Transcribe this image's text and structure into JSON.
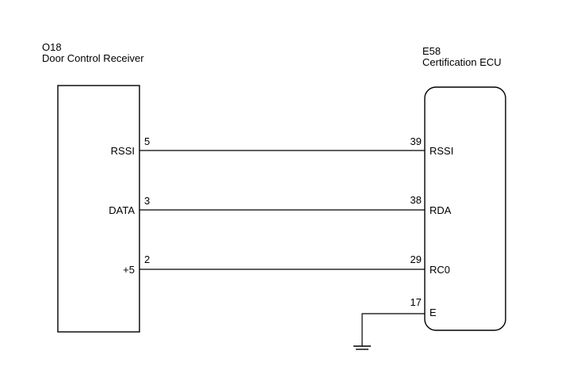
{
  "left_component": {
    "code": "O18",
    "name": "Door Control Receiver",
    "pins": [
      {
        "pin": "5",
        "signal": "RSSI"
      },
      {
        "pin": "3",
        "signal": "DATA"
      },
      {
        "pin": "2",
        "signal": "+5"
      }
    ]
  },
  "right_component": {
    "code": "E58",
    "name": "Certification ECU",
    "pins": [
      {
        "pin": "39",
        "signal": "RSSI"
      },
      {
        "pin": "38",
        "signal": "RDA"
      },
      {
        "pin": "29",
        "signal": "RC0"
      },
      {
        "pin": "17",
        "signal": "E"
      }
    ]
  },
  "colors": {
    "line": "#000000",
    "background": "#ffffff"
  }
}
